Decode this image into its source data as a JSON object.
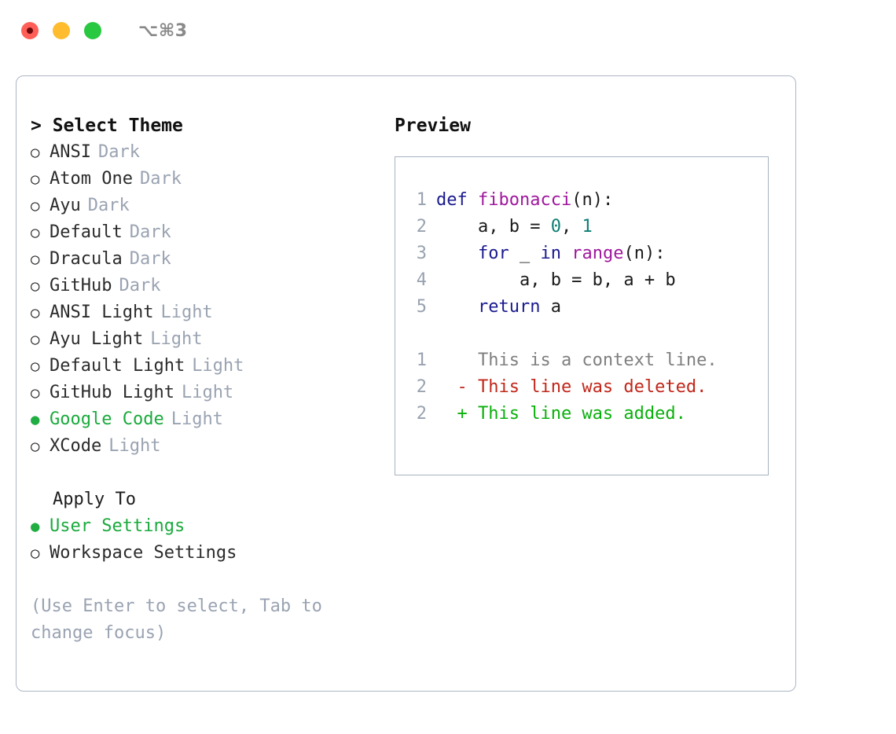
{
  "titlebar": {
    "shortcut": "⌥⌘3",
    "buttons": [
      {
        "name": "close",
        "color": "#FF5F57"
      },
      {
        "name": "minimize",
        "color": "#FEBC2E"
      },
      {
        "name": "maximize",
        "color": "#28C840"
      }
    ]
  },
  "theme_picker": {
    "header": "> Select Theme",
    "markers": {
      "selected": "●",
      "unselected": "○"
    },
    "options": [
      {
        "marker": "○",
        "label": "ANSI",
        "tag": "Dark",
        "selected": false
      },
      {
        "marker": "○",
        "label": "Atom One",
        "tag": "Dark",
        "selected": false
      },
      {
        "marker": "○",
        "label": "Ayu",
        "tag": "Dark",
        "selected": false
      },
      {
        "marker": "○",
        "label": "Default",
        "tag": "Dark",
        "selected": false
      },
      {
        "marker": "○",
        "label": "Dracula",
        "tag": "Dark",
        "selected": false
      },
      {
        "marker": "○",
        "label": "GitHub",
        "tag": "Dark",
        "selected": false
      },
      {
        "marker": "○",
        "label": "ANSI Light",
        "tag": "Light",
        "selected": false
      },
      {
        "marker": "○",
        "label": "Ayu Light",
        "tag": "Light",
        "selected": false
      },
      {
        "marker": "○",
        "label": "Default Light",
        "tag": "Light",
        "selected": false
      },
      {
        "marker": "○",
        "label": "GitHub Light",
        "tag": "Light",
        "selected": false
      },
      {
        "marker": "●",
        "label": "Google Code",
        "tag": "Light",
        "selected": true
      },
      {
        "marker": "○",
        "label": "XCode",
        "tag": "Light",
        "selected": false
      }
    ]
  },
  "apply_to": {
    "header": "Apply To",
    "options": [
      {
        "marker": "●",
        "label": "User Settings",
        "selected": true
      },
      {
        "marker": "○",
        "label": "Workspace Settings",
        "selected": false
      }
    ]
  },
  "hint": "(Use Enter to select, Tab to change focus)",
  "preview": {
    "title": "Preview",
    "code_lines": [
      {
        "lineno": "1",
        "tokens": [
          {
            "t": "def ",
            "k": "kw"
          },
          {
            "t": "fibonacci",
            "k": "fn"
          },
          {
            "t": "(n):",
            "k": "pl"
          }
        ]
      },
      {
        "lineno": "2",
        "tokens": [
          {
            "t": "    a, b = ",
            "k": "pl"
          },
          {
            "t": "0",
            "k": "num"
          },
          {
            "t": ", ",
            "k": "pl"
          },
          {
            "t": "1",
            "k": "num"
          }
        ]
      },
      {
        "lineno": "3",
        "tokens": [
          {
            "t": "    ",
            "k": "pl"
          },
          {
            "t": "for",
            "k": "kw"
          },
          {
            "t": " _ ",
            "k": "pl"
          },
          {
            "t": "in",
            "k": "kw"
          },
          {
            "t": " ",
            "k": "pl"
          },
          {
            "t": "range",
            "k": "fn"
          },
          {
            "t": "(n):",
            "k": "pl"
          }
        ]
      },
      {
        "lineno": "4",
        "tokens": [
          {
            "t": "        a, b = b, a + b",
            "k": "pl"
          }
        ]
      },
      {
        "lineno": "5",
        "tokens": [
          {
            "t": "    ",
            "k": "pl"
          },
          {
            "t": "return",
            "k": "kw"
          },
          {
            "t": " a",
            "k": "pl"
          }
        ]
      }
    ],
    "diff_lines": [
      {
        "lineno": "1",
        "sign": " ",
        "text": "This is a context line.",
        "kind": "context"
      },
      {
        "lineno": "2",
        "sign": "-",
        "text": "This line was deleted.",
        "kind": "deleted"
      },
      {
        "lineno": "2",
        "sign": "+",
        "text": "This line was added.",
        "kind": "added"
      }
    ]
  },
  "colors": {
    "accent_green": "#1aaa3c",
    "muted": "#9aa3b2",
    "border": "#adb6c4",
    "keyword": "#1a1a8f",
    "function": "#a0189e",
    "number": "#0b7d73",
    "diff_add": "#09b00b",
    "diff_del": "#c1271b"
  }
}
